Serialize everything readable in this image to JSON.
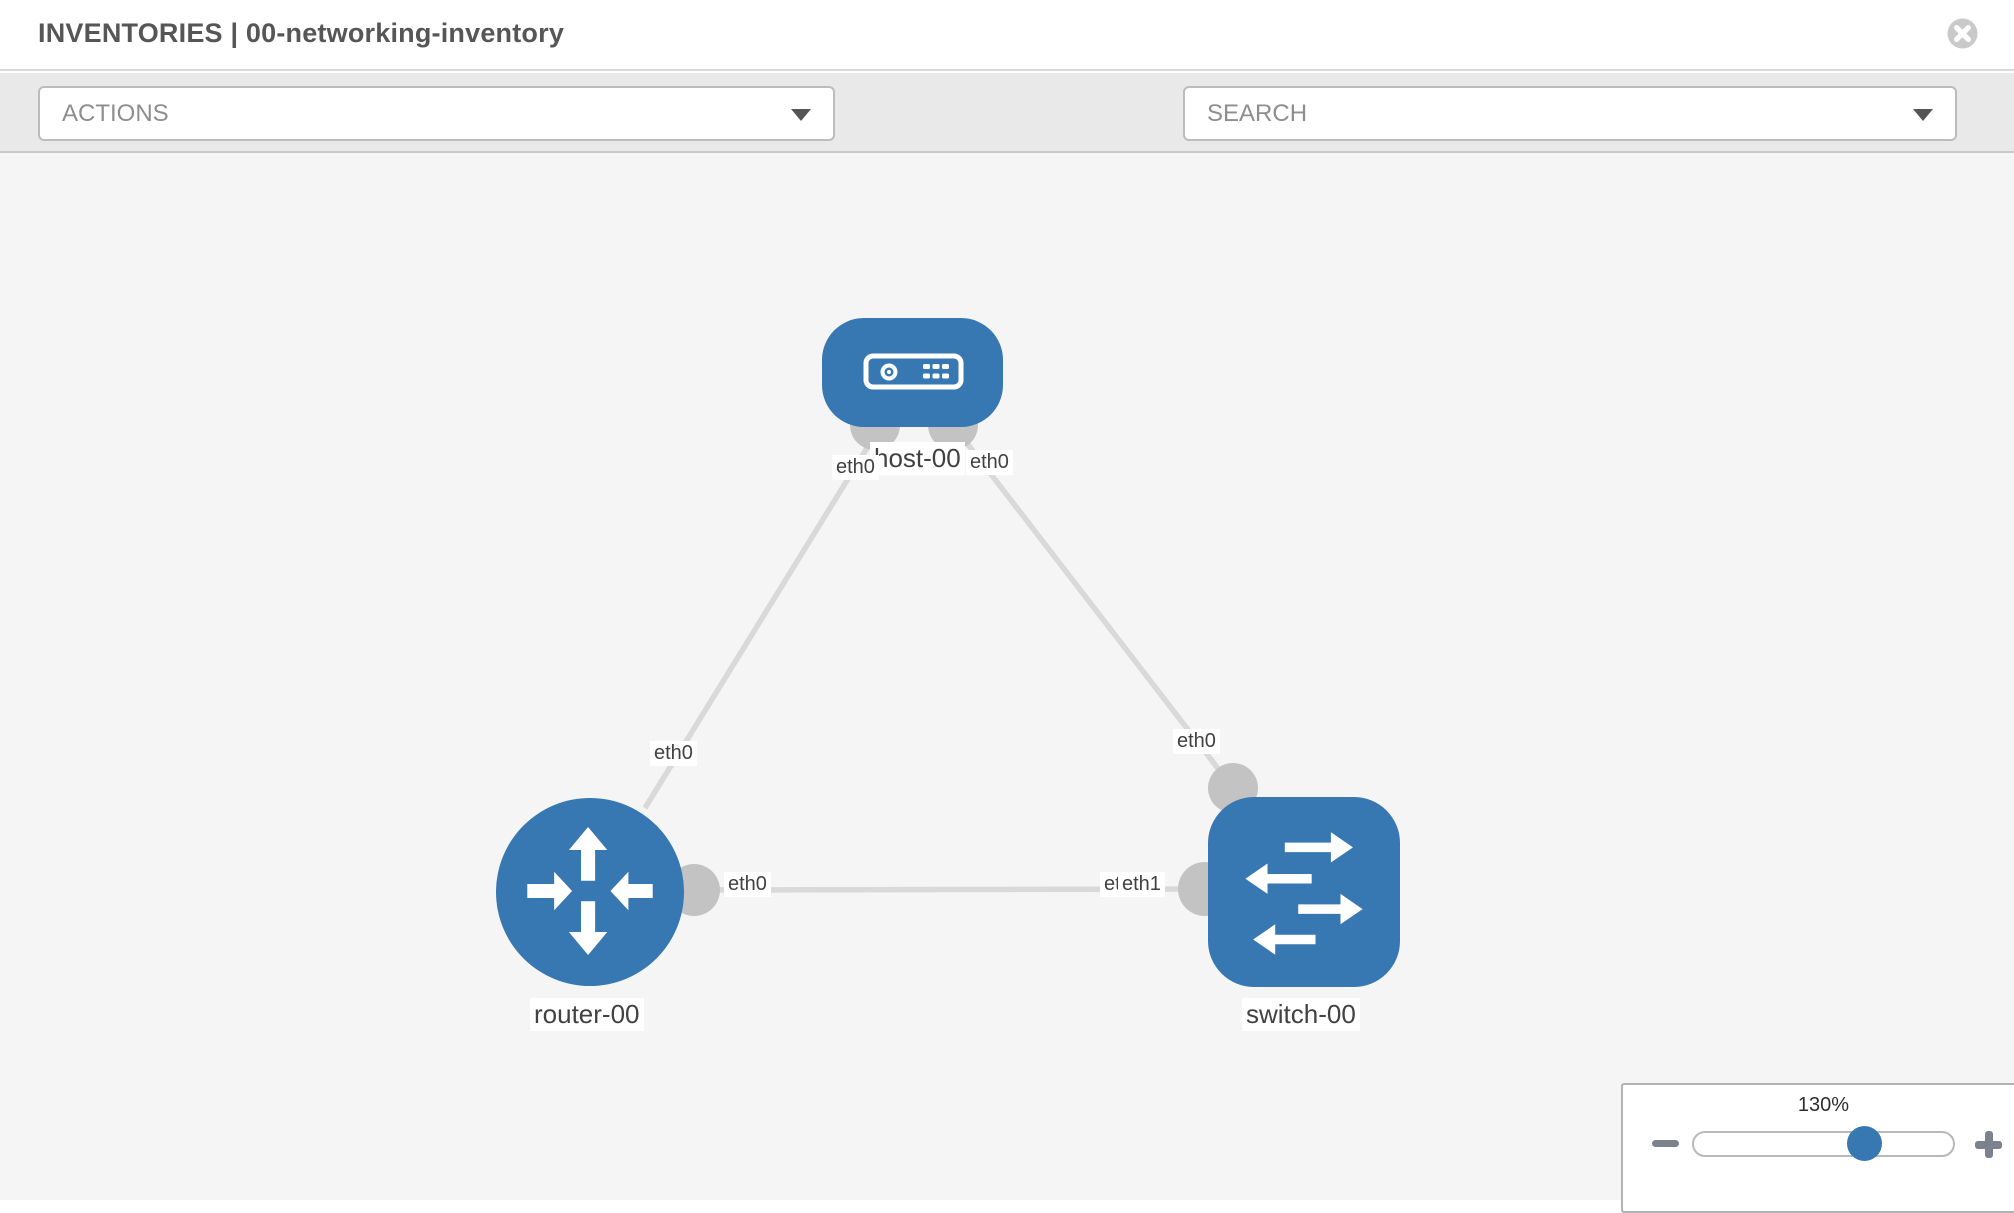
{
  "header": {
    "title": "INVENTORIES | 00-networking-inventory"
  },
  "toolbar": {
    "actions_label": "ACTIONS",
    "search_label": "SEARCH"
  },
  "topology": {
    "nodes": [
      {
        "id": "host-00",
        "type": "host",
        "label": "host-00"
      },
      {
        "id": "router-00",
        "type": "router",
        "label": "router-00"
      },
      {
        "id": "switch-00",
        "type": "switch",
        "label": "switch-00"
      }
    ],
    "links": [
      {
        "from": "host-00",
        "to": "router-00"
      },
      {
        "from": "host-00",
        "to": "switch-00"
      },
      {
        "from": "router-00",
        "to": "switch-00"
      }
    ],
    "interface_labels": {
      "host_left": "eth0",
      "host_right": "eth0",
      "router_top": "eth0",
      "switch_top": "eth0",
      "bottom_link_router_side": "eth0",
      "bottom_link_switch_side_back": "eth0",
      "bottom_link_switch_side_front": "eth1"
    }
  },
  "zoom_panel": {
    "level": "130%"
  },
  "icons": {
    "close": "circle-x",
    "dropdown_caret": "chevron-down",
    "tools": "wrench",
    "credentials": "key",
    "zoom_out": "minus",
    "zoom_in": "plus"
  },
  "colors": {
    "node": "#3778b3",
    "link": "#d9d9d9",
    "port": "#c3c3c3",
    "canvas": "#f5f5f5",
    "toolbar": "#e9e9e9",
    "icon-gray": "#7b828e"
  }
}
